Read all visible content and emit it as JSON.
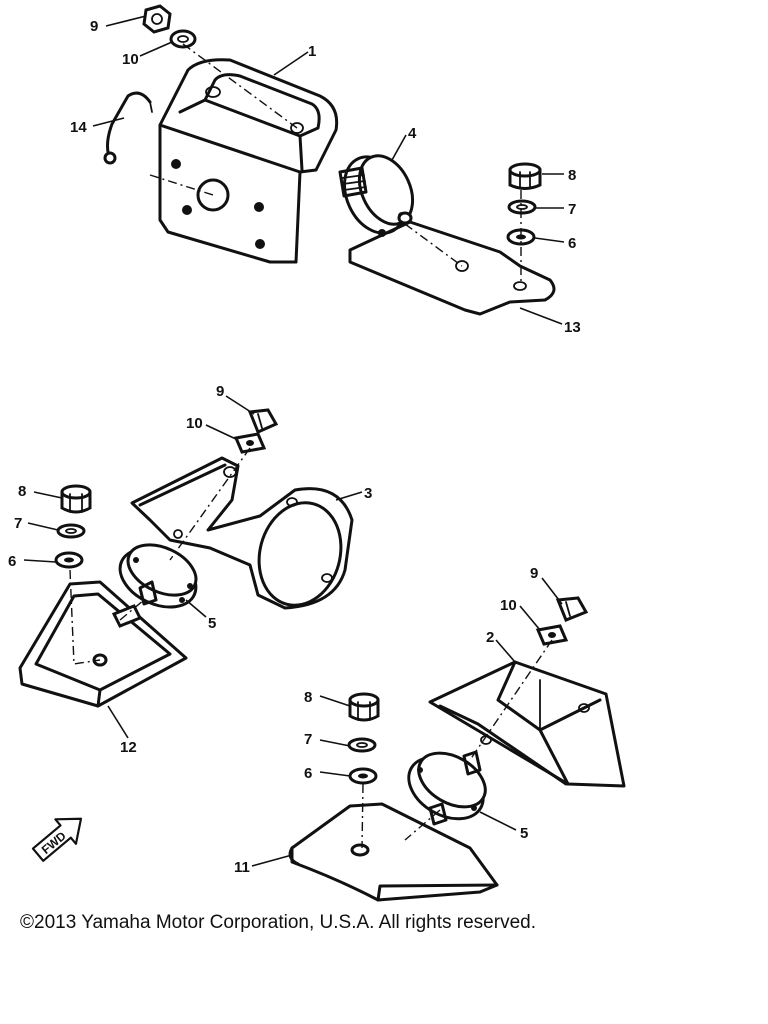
{
  "labels": {
    "top_9": "9",
    "top_10": "10",
    "top_1": "1",
    "top_14": "14",
    "top_4": "4",
    "top_8": "8",
    "top_7": "7",
    "top_6": "6",
    "top_13": "13",
    "mid_9": "9",
    "mid_10": "10",
    "mid_3": "3",
    "mid_8": "8",
    "mid_7": "7",
    "mid_6": "6",
    "mid_5": "5",
    "mid_12": "12",
    "bot_9": "9",
    "bot_10": "10",
    "bot_2": "2",
    "bot_8": "8",
    "bot_7": "7",
    "bot_6": "6",
    "bot_5": "5",
    "bot_11": "11"
  },
  "fwd_arrow": "FWD",
  "copyright": "©2013 Yamaha Motor Corporation, U.S.A. All rights reserved."
}
